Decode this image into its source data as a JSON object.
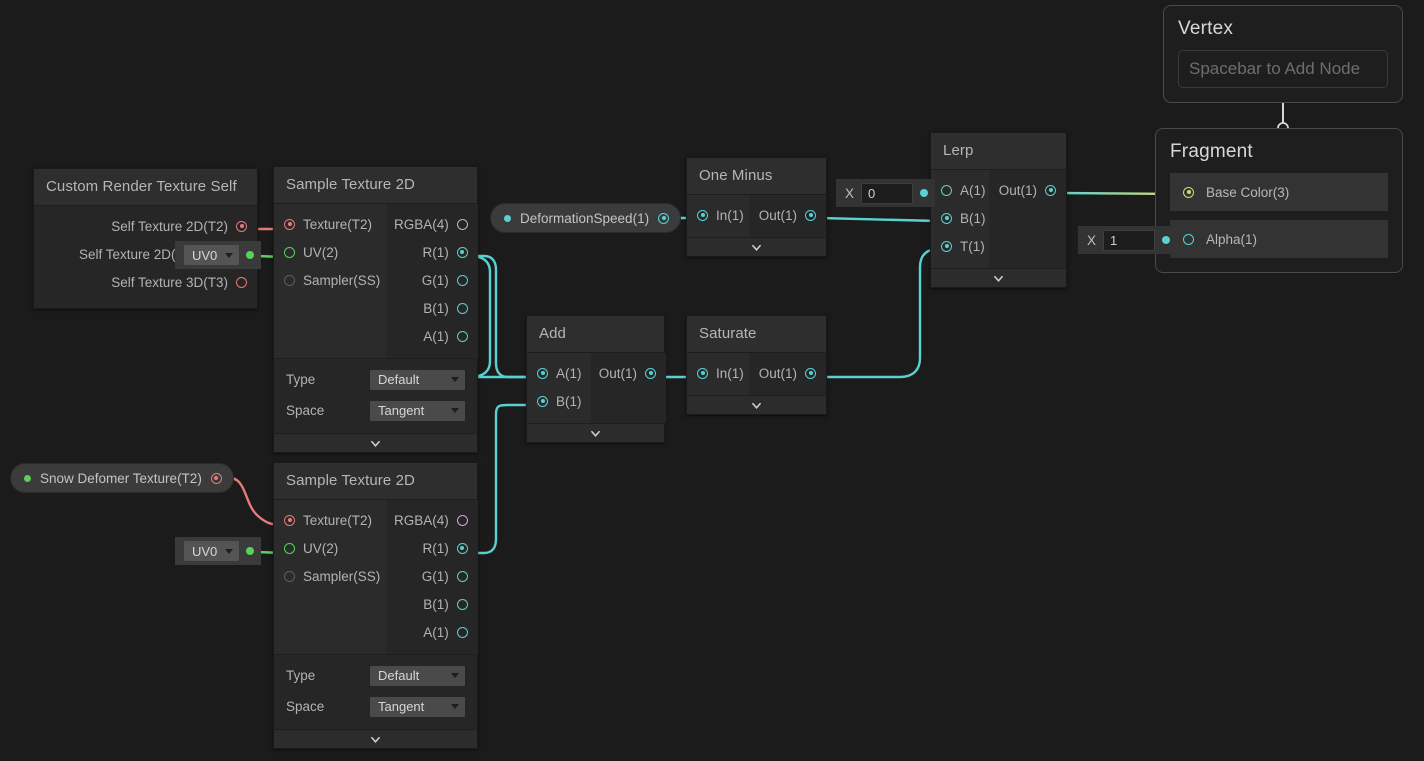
{
  "app": {
    "name": "Unity Shader Graph",
    "background": "#1b1b1b"
  },
  "colors": {
    "wire_teal": "#5ad1d1",
    "wire_red": "#e47b7b",
    "wire_green": "#5ad15a",
    "wire_white": "#d6d6d6",
    "wire_yellow": "#d8d86a",
    "node_body": "#262626",
    "node_header": "#2e2e2e"
  },
  "nodes": {
    "custom_render_texture_self": {
      "title": "Custom Render Texture Self",
      "outputs": [
        {
          "label": "Self Texture 2D(T2)",
          "color": "red",
          "filled": true
        },
        {
          "label": "Self Texture 2D(T2Array)",
          "color": "red",
          "filled": true
        },
        {
          "label": "Self Texture 3D(T3)",
          "color": "red",
          "filled": false
        }
      ]
    },
    "sample_texture_2d_a": {
      "title": "Sample Texture 2D",
      "inputs": [
        {
          "label": "Texture(T2)",
          "color": "red",
          "filled": true
        },
        {
          "label": "UV(2)",
          "color": "green",
          "filled": false
        },
        {
          "label": "Sampler(SS)",
          "color": "grey",
          "filled": false
        }
      ],
      "outputs": [
        {
          "label": "RGBA(4)",
          "color": "pink",
          "filled": false
        },
        {
          "label": "R(1)",
          "color": "teal",
          "filled": true
        },
        {
          "label": "G(1)",
          "color": "teal",
          "filled": false
        },
        {
          "label": "B(1)",
          "color": "teal",
          "filled": false
        },
        {
          "label": "A(1)",
          "color": "teal",
          "filled": false
        }
      ],
      "settings": [
        {
          "label": "Type",
          "value": "Default"
        },
        {
          "label": "Space",
          "value": "Tangent"
        }
      ]
    },
    "sample_texture_2d_b": {
      "title": "Sample Texture 2D",
      "inputs": [
        {
          "label": "Texture(T2)",
          "color": "red",
          "filled": true
        },
        {
          "label": "UV(2)",
          "color": "green",
          "filled": false
        },
        {
          "label": "Sampler(SS)",
          "color": "grey",
          "filled": false
        }
      ],
      "outputs": [
        {
          "label": "RGBA(4)",
          "color": "pink",
          "filled": false
        },
        {
          "label": "R(1)",
          "color": "teal",
          "filled": true
        },
        {
          "label": "G(1)",
          "color": "teal",
          "filled": false
        },
        {
          "label": "B(1)",
          "color": "teal",
          "filled": false
        },
        {
          "label": "A(1)",
          "color": "teal",
          "filled": false
        }
      ],
      "settings": [
        {
          "label": "Type",
          "value": "Default"
        },
        {
          "label": "Space",
          "value": "Tangent"
        }
      ]
    },
    "add": {
      "title": "Add",
      "inputs": [
        {
          "label": "A(1)",
          "color": "teal",
          "filled": true
        },
        {
          "label": "B(1)",
          "color": "teal",
          "filled": true
        }
      ],
      "outputs": [
        {
          "label": "Out(1)",
          "color": "teal",
          "filled": true
        }
      ]
    },
    "saturate": {
      "title": "Saturate",
      "inputs": [
        {
          "label": "In(1)",
          "color": "teal",
          "filled": true
        }
      ],
      "outputs": [
        {
          "label": "Out(1)",
          "color": "teal",
          "filled": true
        }
      ]
    },
    "one_minus": {
      "title": "One Minus",
      "inputs": [
        {
          "label": "In(1)",
          "color": "teal",
          "filled": true
        }
      ],
      "outputs": [
        {
          "label": "Out(1)",
          "color": "teal",
          "filled": true
        }
      ]
    },
    "lerp": {
      "title": "Lerp",
      "inputs": [
        {
          "label": "A(1)",
          "color": "teal",
          "filled": false
        },
        {
          "label": "B(1)",
          "color": "teal",
          "filled": true
        },
        {
          "label": "T(1)",
          "color": "teal",
          "filled": true
        }
      ],
      "outputs": [
        {
          "label": "Out(1)",
          "color": "teal",
          "filled": true
        }
      ]
    }
  },
  "properties": {
    "deformation_speed": {
      "label": "DeformationSpeed(1)",
      "led": "teal",
      "port_color": "teal"
    },
    "snow_deformer_texture": {
      "label": "Snow Defomer Texture(T2)",
      "led": "green",
      "port_color": "red"
    }
  },
  "widgets": {
    "uv_top": {
      "value": "UV0"
    },
    "uv_bottom": {
      "value": "UV0"
    },
    "float_lerp_a": {
      "axis": "X",
      "value": "0"
    },
    "float_alpha": {
      "axis": "X",
      "value": "1"
    }
  },
  "master": {
    "vertex": {
      "title": "Vertex",
      "hint": "Spacebar to Add Node"
    },
    "fragment": {
      "title": "Fragment",
      "blocks": [
        {
          "label": "Base Color(3)",
          "color": "yellow",
          "filled": true
        },
        {
          "label": "Alpha(1)",
          "color": "teal",
          "filled": false
        }
      ]
    }
  }
}
